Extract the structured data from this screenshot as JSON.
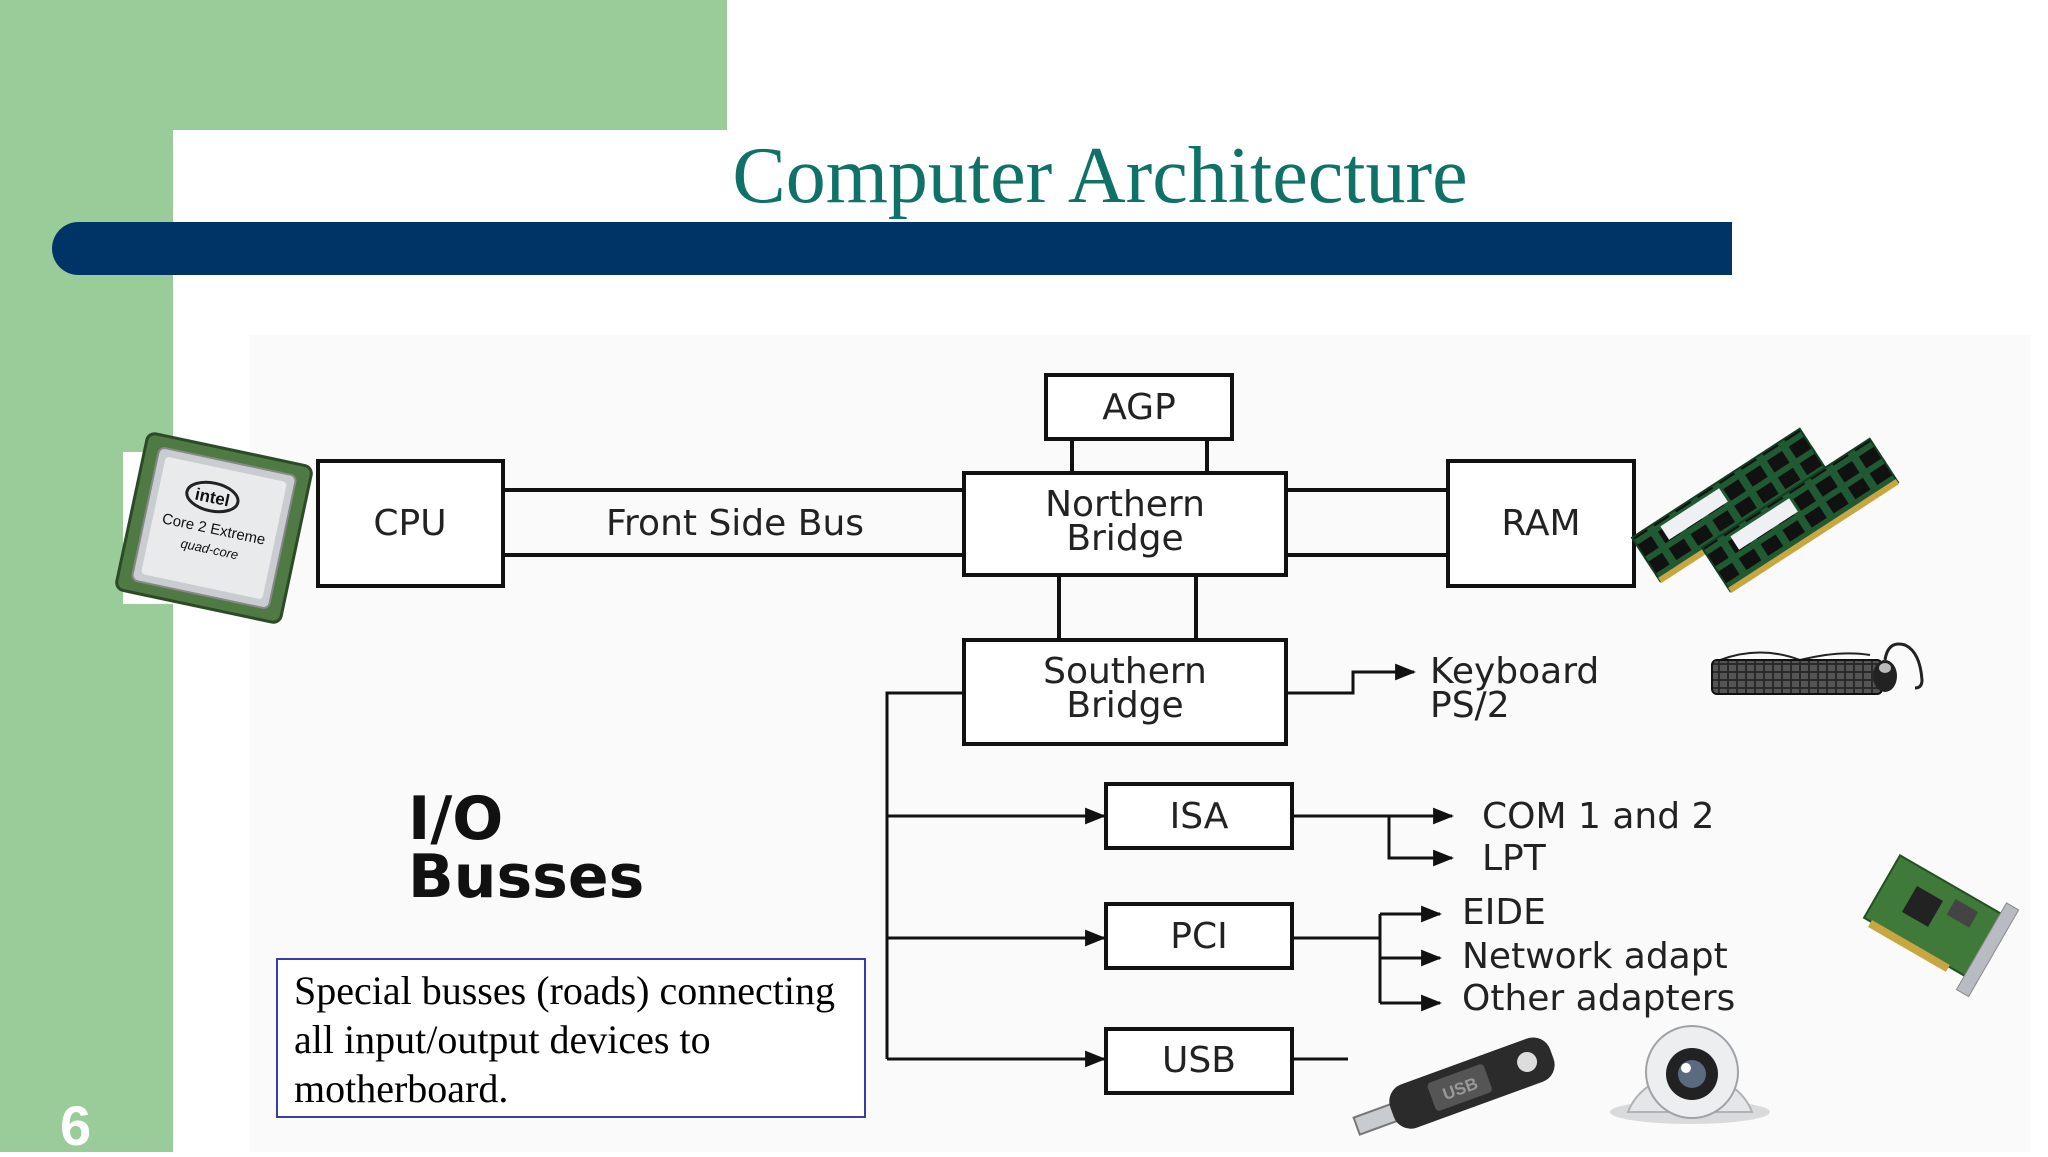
{
  "slide": {
    "title": "Computer Architecture",
    "page_number": "6",
    "theme": {
      "green": "#99cc99",
      "navy": "#003366",
      "title_color": "#0f7268"
    }
  },
  "diagram": {
    "blocks": {
      "agp": "AGP",
      "cpu": "CPU",
      "front_side_bus": "Front Side Bus",
      "northern_bridge_line1": "Northern",
      "northern_bridge_line2": "Bridge",
      "ram": "RAM",
      "southern_bridge_line1": "Southern",
      "southern_bridge_line2": "Bridge",
      "isa": "ISA",
      "pci": "PCI",
      "usb": "USB"
    },
    "labels": {
      "keyboard": "Keyboard",
      "ps2": "PS/2",
      "com": "COM 1 and 2",
      "lpt": "LPT",
      "eide": "EIDE",
      "network": "Network adapt",
      "other": "Other adapters"
    },
    "io_busses_line1": "I/O",
    "io_busses_line2": "Busses",
    "note": "Special busses (roads) connecting\nall input/output devices to\nmotherboard.",
    "images": {
      "cpu_chip_text1": "intel",
      "cpu_chip_text2": "Core 2 Extreme",
      "cpu_chip_text3": "quad-core",
      "usb_stick_text": "USB"
    }
  }
}
